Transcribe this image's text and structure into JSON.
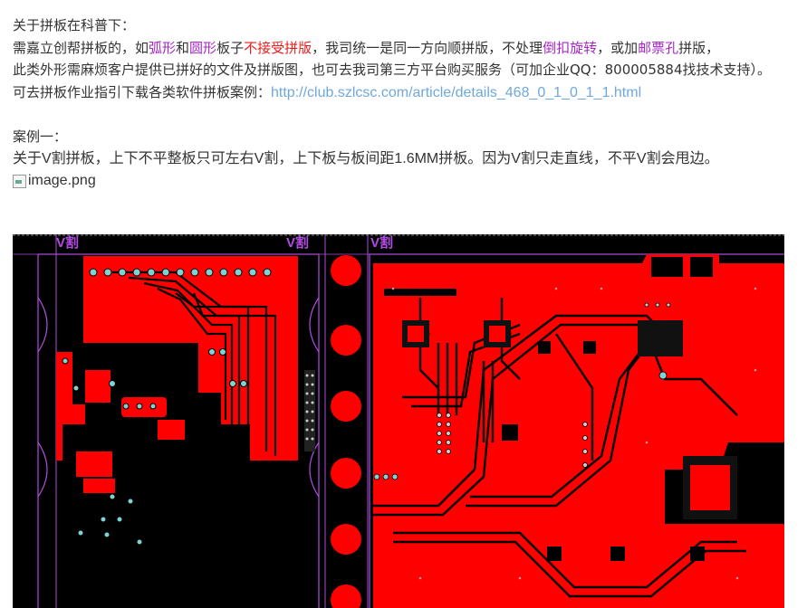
{
  "intro": {
    "line1": "关于拼板在科普下：",
    "line2": {
      "a": "需嘉立创帮拼板的，如",
      "b": "弧形",
      "c": "和",
      "d": "圆形",
      "e": "板子",
      "f": "不接受拼版",
      "g": "，我司统一是同一方向顺拼版，不处理",
      "h": "倒扣旋转",
      "i": "，或加",
      "j": "邮票孔",
      "k": "拼版，"
    },
    "line3": "此类外形需麻烦客户提供已拼好的文件及拼版图，也可去我司第三方平台购买服务（可加企业QQ：800005884找技术支持）。",
    "line4_prefix": "可去拼板作业指引下载各类软件拼板案例：",
    "line4_link": "http://club.szlcsc.com/article/details_468_0_1_0_1_1.html"
  },
  "case1": {
    "title": "案例一：",
    "desc": " 关于V割拼板，上下不平整板只可左右V割，上下板与板间距1.6MM拼板。因为V割只走直线，不平V割会甩边。",
    "image_alt": "image.png"
  },
  "pcb": {
    "v_labels": [
      "V割",
      "V割",
      "V割"
    ],
    "colors": {
      "copper": "#ff0000",
      "board_bg": "#000000",
      "outline": "#b14ce0",
      "pad": "#7fd3d3"
    }
  }
}
